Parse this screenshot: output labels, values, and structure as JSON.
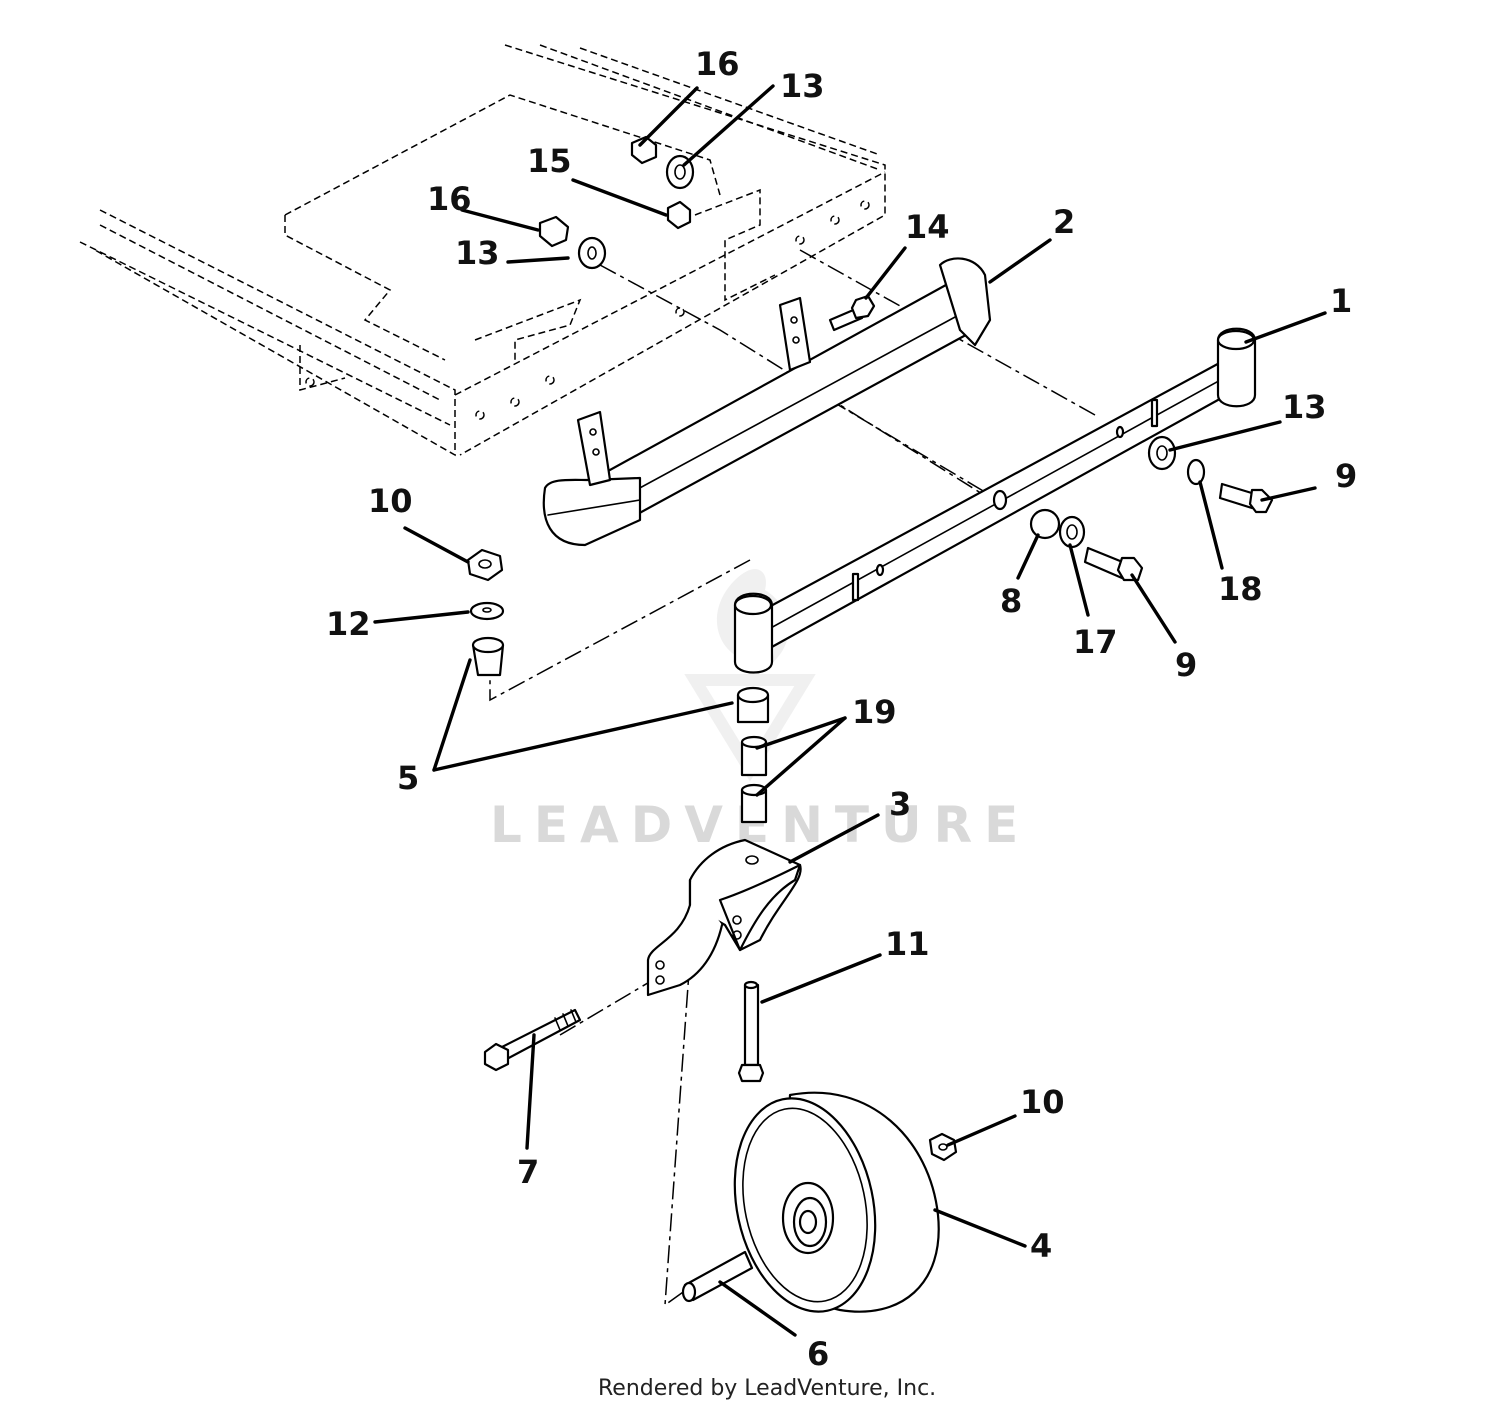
{
  "watermark": "LEADVENTURE",
  "credit": "Rendered by LeadVenture, Inc.",
  "colors": {
    "ink": "#000000",
    "watermark": "#d9d9d9",
    "background": "#ffffff"
  },
  "callouts": [
    {
      "id": "c16a",
      "label": "16"
    },
    {
      "id": "c13a",
      "label": "13"
    },
    {
      "id": "c15",
      "label": "15"
    },
    {
      "id": "c16b",
      "label": "16"
    },
    {
      "id": "c13b",
      "label": "13"
    },
    {
      "id": "c14",
      "label": "14"
    },
    {
      "id": "c2",
      "label": "2"
    },
    {
      "id": "c1",
      "label": "1"
    },
    {
      "id": "c13c",
      "label": "13"
    },
    {
      "id": "c9a",
      "label": "9"
    },
    {
      "id": "c18",
      "label": "18"
    },
    {
      "id": "c8",
      "label": "8"
    },
    {
      "id": "c17",
      "label": "17"
    },
    {
      "id": "c9b",
      "label": "9"
    },
    {
      "id": "c10a",
      "label": "10"
    },
    {
      "id": "c12",
      "label": "12"
    },
    {
      "id": "c5",
      "label": "5"
    },
    {
      "id": "c19",
      "label": "19"
    },
    {
      "id": "c3",
      "label": "3"
    },
    {
      "id": "c11",
      "label": "11"
    },
    {
      "id": "c7",
      "label": "7"
    },
    {
      "id": "c10b",
      "label": "10"
    },
    {
      "id": "c4",
      "label": "4"
    },
    {
      "id": "c6",
      "label": "6"
    }
  ]
}
